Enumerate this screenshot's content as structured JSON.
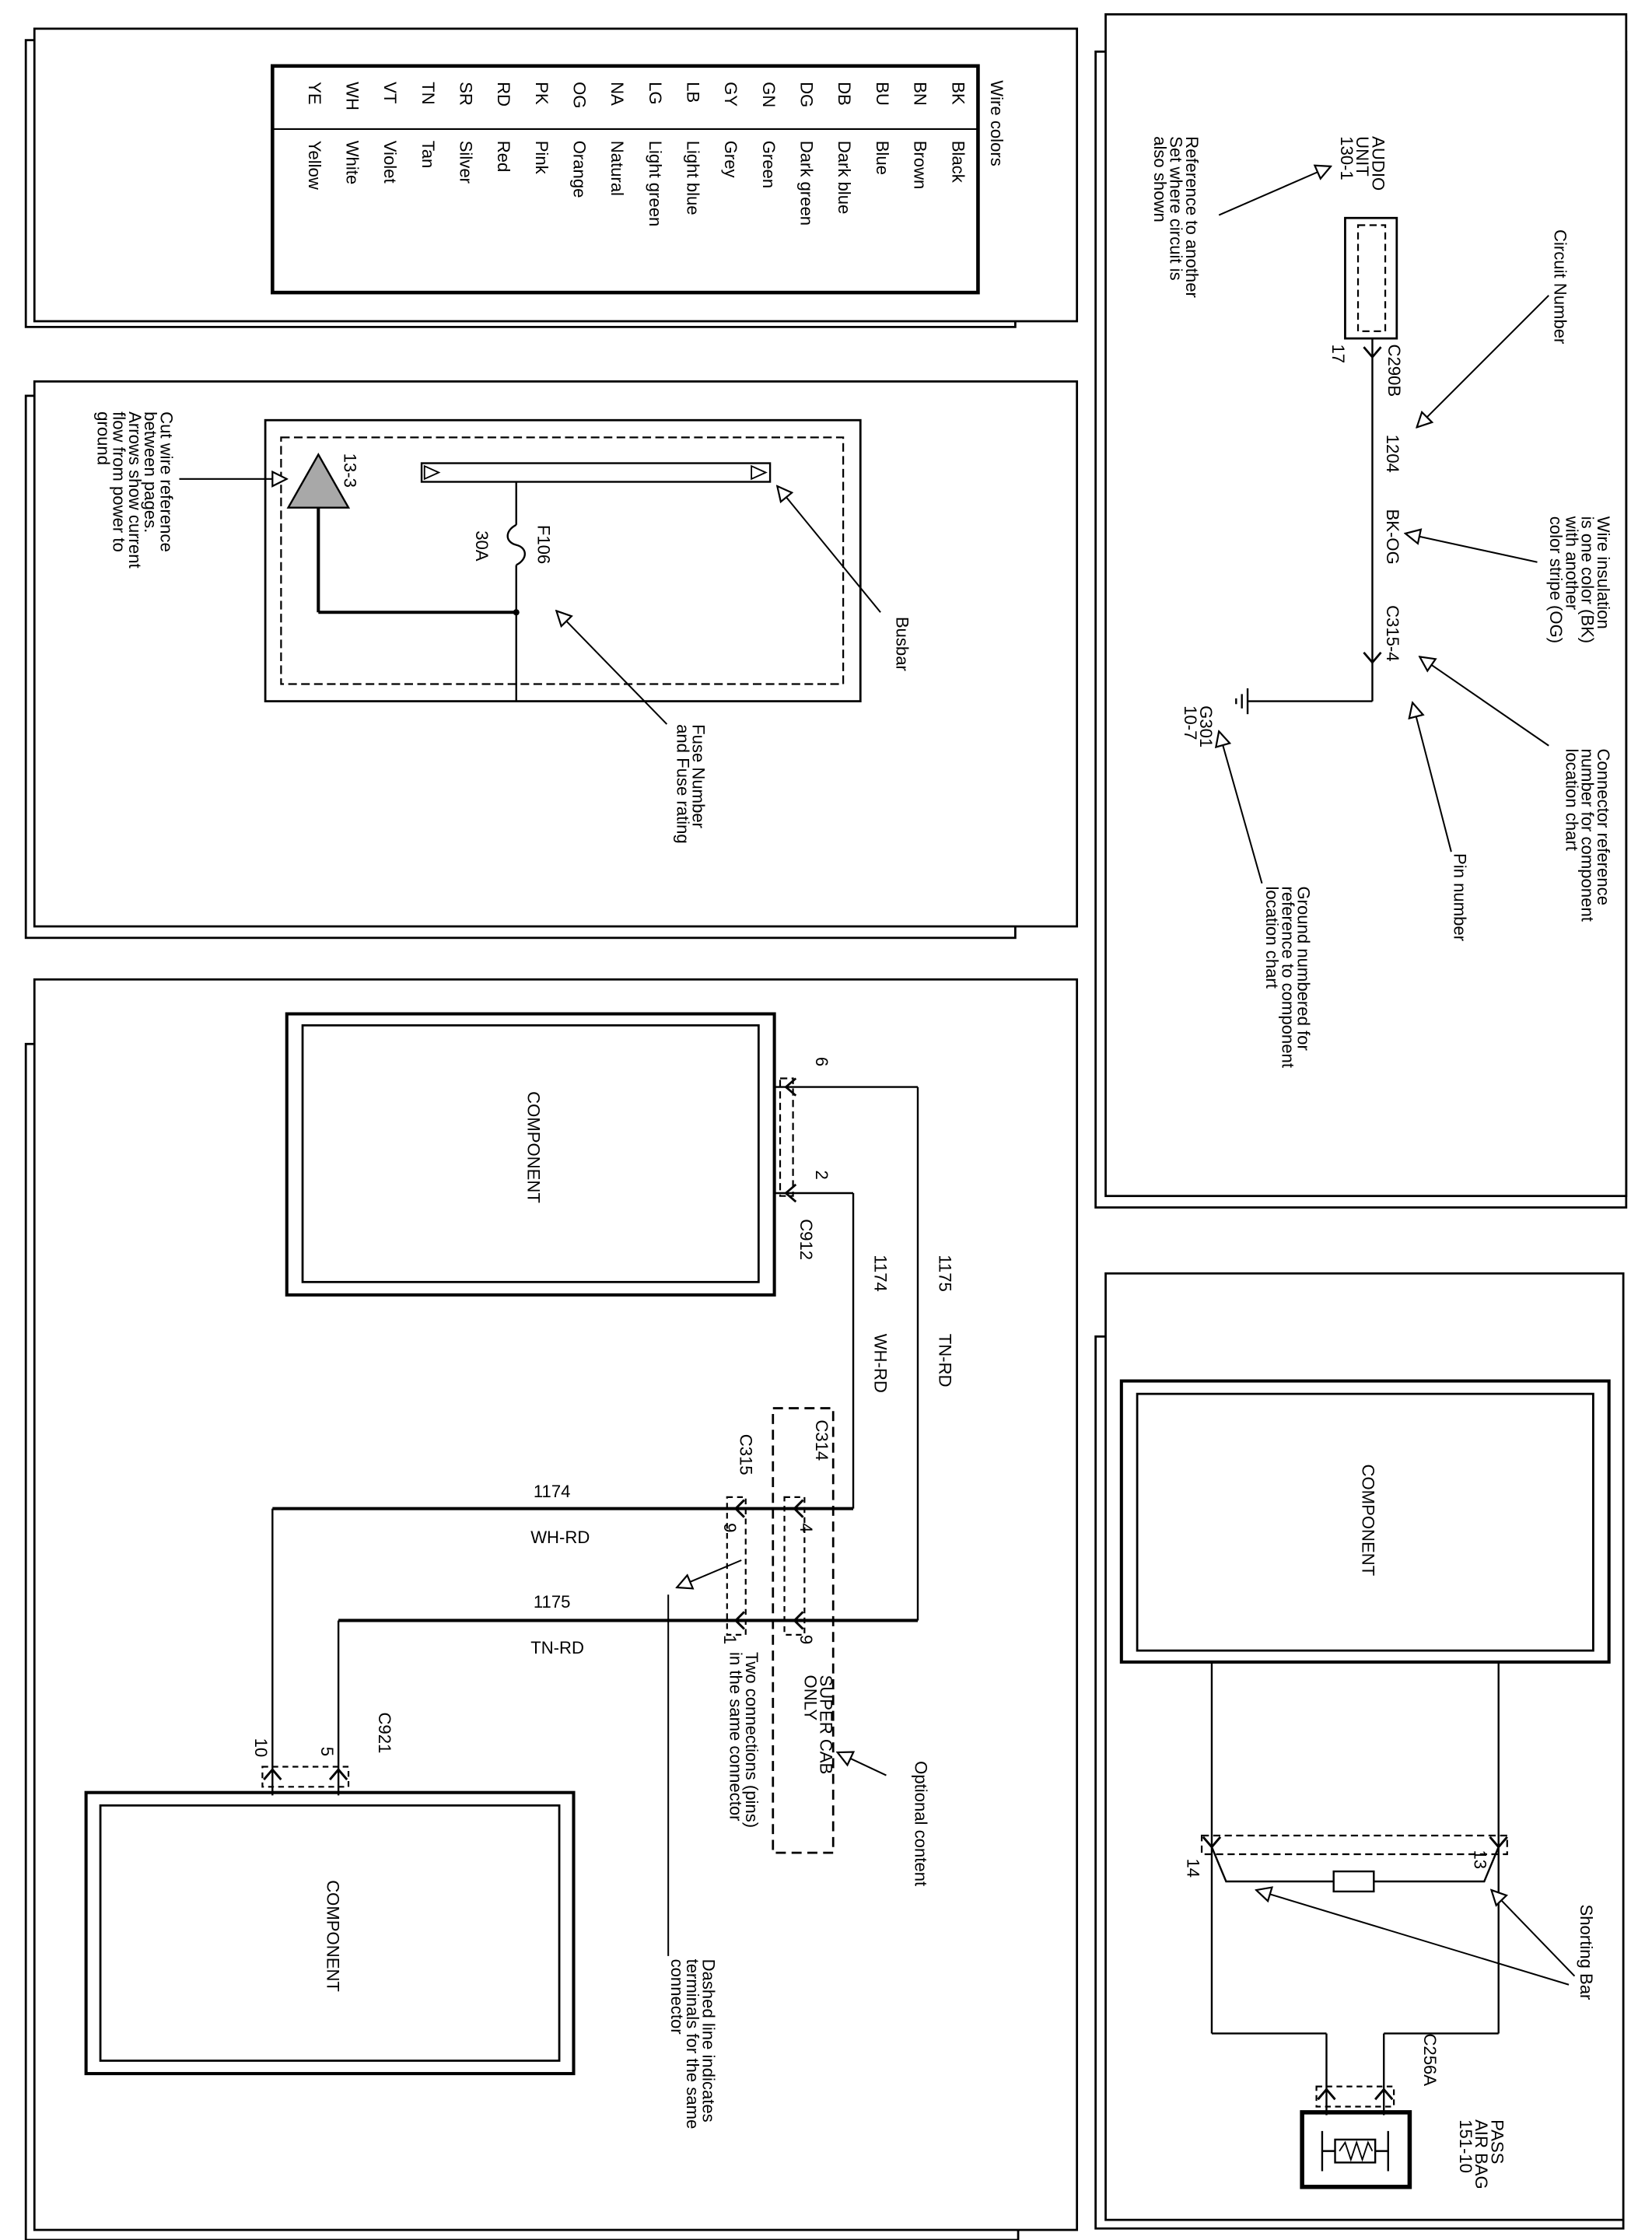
{
  "wire_colors": {
    "header": "Wire colors",
    "rows": [
      [
        "BK",
        "Black"
      ],
      [
        "BN",
        "Brown"
      ],
      [
        "BU",
        "Blue"
      ],
      [
        "DB",
        "Dark blue"
      ],
      [
        "DG",
        "Dark green"
      ],
      [
        "GN",
        "Green"
      ],
      [
        "GY",
        "Grey"
      ],
      [
        "LB",
        "Light blue"
      ],
      [
        "LG",
        "Light green"
      ],
      [
        "NA",
        "Natural"
      ],
      [
        "OG",
        "Orange"
      ],
      [
        "PK",
        "Pink"
      ],
      [
        "RD",
        "Red"
      ],
      [
        "SR",
        "Silver"
      ],
      [
        "TN",
        "Tan"
      ],
      [
        "VT",
        "Violet"
      ],
      [
        "WH",
        "White"
      ],
      [
        "YE",
        "Yellow"
      ]
    ]
  },
  "circuit_panel": {
    "component": [
      "AUDIO",
      "UNIT",
      "130-1"
    ],
    "connector_c290b": "C290B",
    "pin_17": "17",
    "circuit": "1204",
    "wire_color": "BK-OG",
    "connector_c315": "C315-4",
    "ground": [
      "G301",
      "10-7"
    ],
    "callout_circuit_number": [
      "Circuit Number"
    ],
    "callout_wire_insulation": [
      "Wire insulation",
      "is one color (BK)",
      "with another",
      "color stripe (OG)"
    ],
    "callout_connector_ref": [
      "Connector reference",
      "number for component",
      "location chart"
    ],
    "callout_pin_number": [
      "Pin number"
    ],
    "callout_ground": [
      "Ground numbered for",
      "reference to component",
      "location chart"
    ],
    "callout_reference": [
      "Reference to another",
      "Set where circuit is",
      "also shown"
    ]
  },
  "fuse_panel": {
    "cut_ref": "13-3",
    "fuse": "F106",
    "rating": "30A",
    "callout_busbar": [
      "Busbar"
    ],
    "callout_fuse": [
      "Fuse Number",
      "and Fuse rating"
    ],
    "callout_cut": [
      "Cut wire reference",
      "between pages.",
      "Arrows show current",
      "flow from power to",
      "ground"
    ]
  },
  "connection_panel": {
    "component_label": "COMPONENT",
    "c912": "C912",
    "pin_6": "6",
    "pin_2": "2",
    "wire_1174": "1174",
    "wire_1175": "1175",
    "wh_rd": "WH-RD",
    "tn_rd": "TN-RD",
    "c314": "C314",
    "c315": "C315",
    "pin_4": "4",
    "pin_9": "9",
    "pin_1": "1",
    "pin_9b": "9",
    "super_cab": [
      "SUPER CAB",
      "ONLY"
    ],
    "c921": "C921",
    "pin_10": "10",
    "pin_5": "5",
    "callout_optional": [
      "Optional content"
    ],
    "callout_two_conn": [
      "Two connections (pins)",
      "in the same connector"
    ],
    "callout_dashed": [
      "Dashed line indicates",
      "terminals for the same",
      "connector"
    ]
  },
  "airbag_panel": {
    "component_label": "COMPONENT",
    "pin_14": "14",
    "pin_13": "13",
    "c256a": "C256A",
    "airbag": [
      "PASS",
      "AIR BAG",
      "151-10"
    ],
    "callout_shorting": [
      "Shorting Bar"
    ]
  }
}
